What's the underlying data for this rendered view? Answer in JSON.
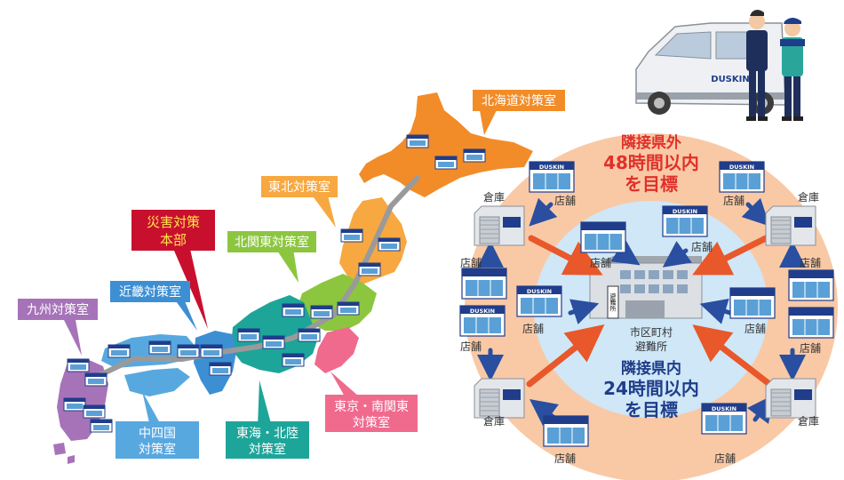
{
  "colors": {
    "hokkaido": "#f28c28",
    "tohoku": "#f7a840",
    "kitakanto": "#8cc63f",
    "tokai": "#1ea59a",
    "tokyo": "#f06a8e",
    "kinki": "#3d8fd4",
    "chushikoku": "#58a8e0",
    "kyushu": "#a673b8",
    "hq": "#c8102e",
    "outer_ring": "#f9c9a6",
    "inner_ring": "#cfe7f7",
    "arrow": "#e8582a",
    "building_blue": "#1f3d8a"
  },
  "map": {
    "regions": [
      {
        "id": "hokkaido",
        "label": "北海道対策室",
        "lines": [
          "北海道対策室"
        ]
      },
      {
        "id": "tohoku",
        "label": "東北対策室",
        "lines": [
          "東北対策室"
        ]
      },
      {
        "id": "kitakanto",
        "label": "北関東対策室",
        "lines": [
          "北関東対策室"
        ]
      },
      {
        "id": "hq",
        "label": "災害対策本部",
        "lines": [
          "災害対策",
          "本部"
        ]
      },
      {
        "id": "kinki",
        "label": "近畿対策室",
        "lines": [
          "近畿対策室"
        ]
      },
      {
        "id": "kyushu",
        "label": "九州対策室",
        "lines": [
          "九州対策室"
        ]
      },
      {
        "id": "chushikoku",
        "label": "中四国対策室",
        "lines": [
          "中四国",
          "対策室"
        ]
      },
      {
        "id": "tokai",
        "label": "東海・北陸対策室",
        "lines": [
          "東海・北陸",
          "対策室"
        ]
      },
      {
        "id": "tokyo",
        "label": "東京・南関東対策室",
        "lines": [
          "東京・南関東",
          "対策室"
        ]
      }
    ]
  },
  "diagram": {
    "outer_title": [
      "隣接県外",
      "48時間以内",
      "を目標"
    ],
    "inner_title": [
      "隣接県内",
      "24時間以内",
      "を目標"
    ],
    "center_label": [
      "市区町村",
      "避難所"
    ],
    "shelter_sign": "避難所",
    "store_label": "店舗",
    "warehouse_label": "倉庫",
    "brand": "DUSKIN"
  }
}
